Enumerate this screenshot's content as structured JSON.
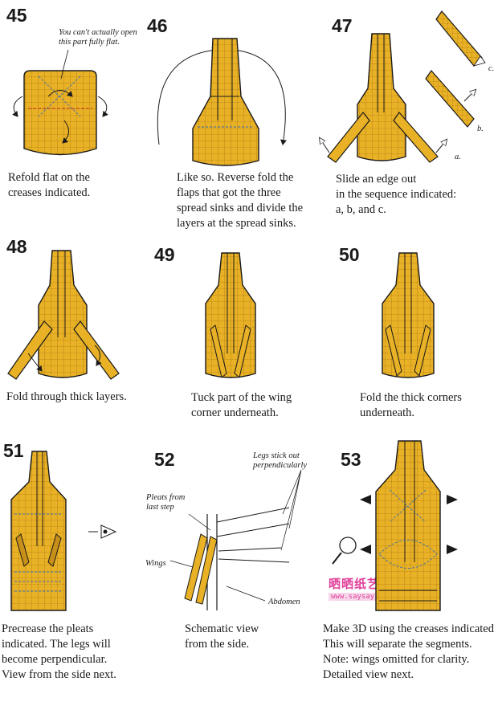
{
  "colors": {
    "paper": "#E9B125",
    "paper_dark": "#C8901A",
    "line": "#1a1a1a",
    "crease": "#3a6fb0",
    "valley": "#d03a2a"
  },
  "steps": [
    {
      "num": "45",
      "caption": [
        "Refold flat on the",
        "creases indicated."
      ],
      "note": [
        "You can't actually open",
        "this part fully flat."
      ]
    },
    {
      "num": "46",
      "caption": [
        "Like so. Reverse fold the",
        "flaps that got the three",
        "spread sinks and divide the",
        "layers at the spread sinks."
      ]
    },
    {
      "num": "47",
      "caption": [
        "Slide an edge out",
        "in the sequence indicated:",
        "a, b, and c."
      ],
      "labels": {
        "a": "a.",
        "b": "b.",
        "c": "c."
      }
    },
    {
      "num": "48",
      "caption": [
        "Fold through thick layers."
      ]
    },
    {
      "num": "49",
      "caption": [
        "Tuck part of the wing",
        "corner underneath."
      ]
    },
    {
      "num": "50",
      "caption": [
        "Fold the thick corners",
        "underneath."
      ]
    },
    {
      "num": "51",
      "caption": [
        "Precrease the pleats",
        "indicated. The legs will",
        "become perpendicular.",
        "View from the side next."
      ]
    },
    {
      "num": "52",
      "caption": [
        "Schematic view",
        "from the side."
      ],
      "labels": {
        "legs": [
          "Legs stick out",
          "perpendicularly"
        ],
        "pleats": [
          "Pleats from",
          "last step"
        ],
        "wings": "Wings",
        "abdomen": "Abdomen"
      }
    },
    {
      "num": "53",
      "caption": [
        "Make 3D using the creases indicated",
        "This will separate the segments.",
        "Note: wings omitted for clarity.",
        "Detailed view next."
      ]
    }
  ],
  "watermark": {
    "title": "晒晒纸艺网",
    "url": "www.saysay.net"
  }
}
